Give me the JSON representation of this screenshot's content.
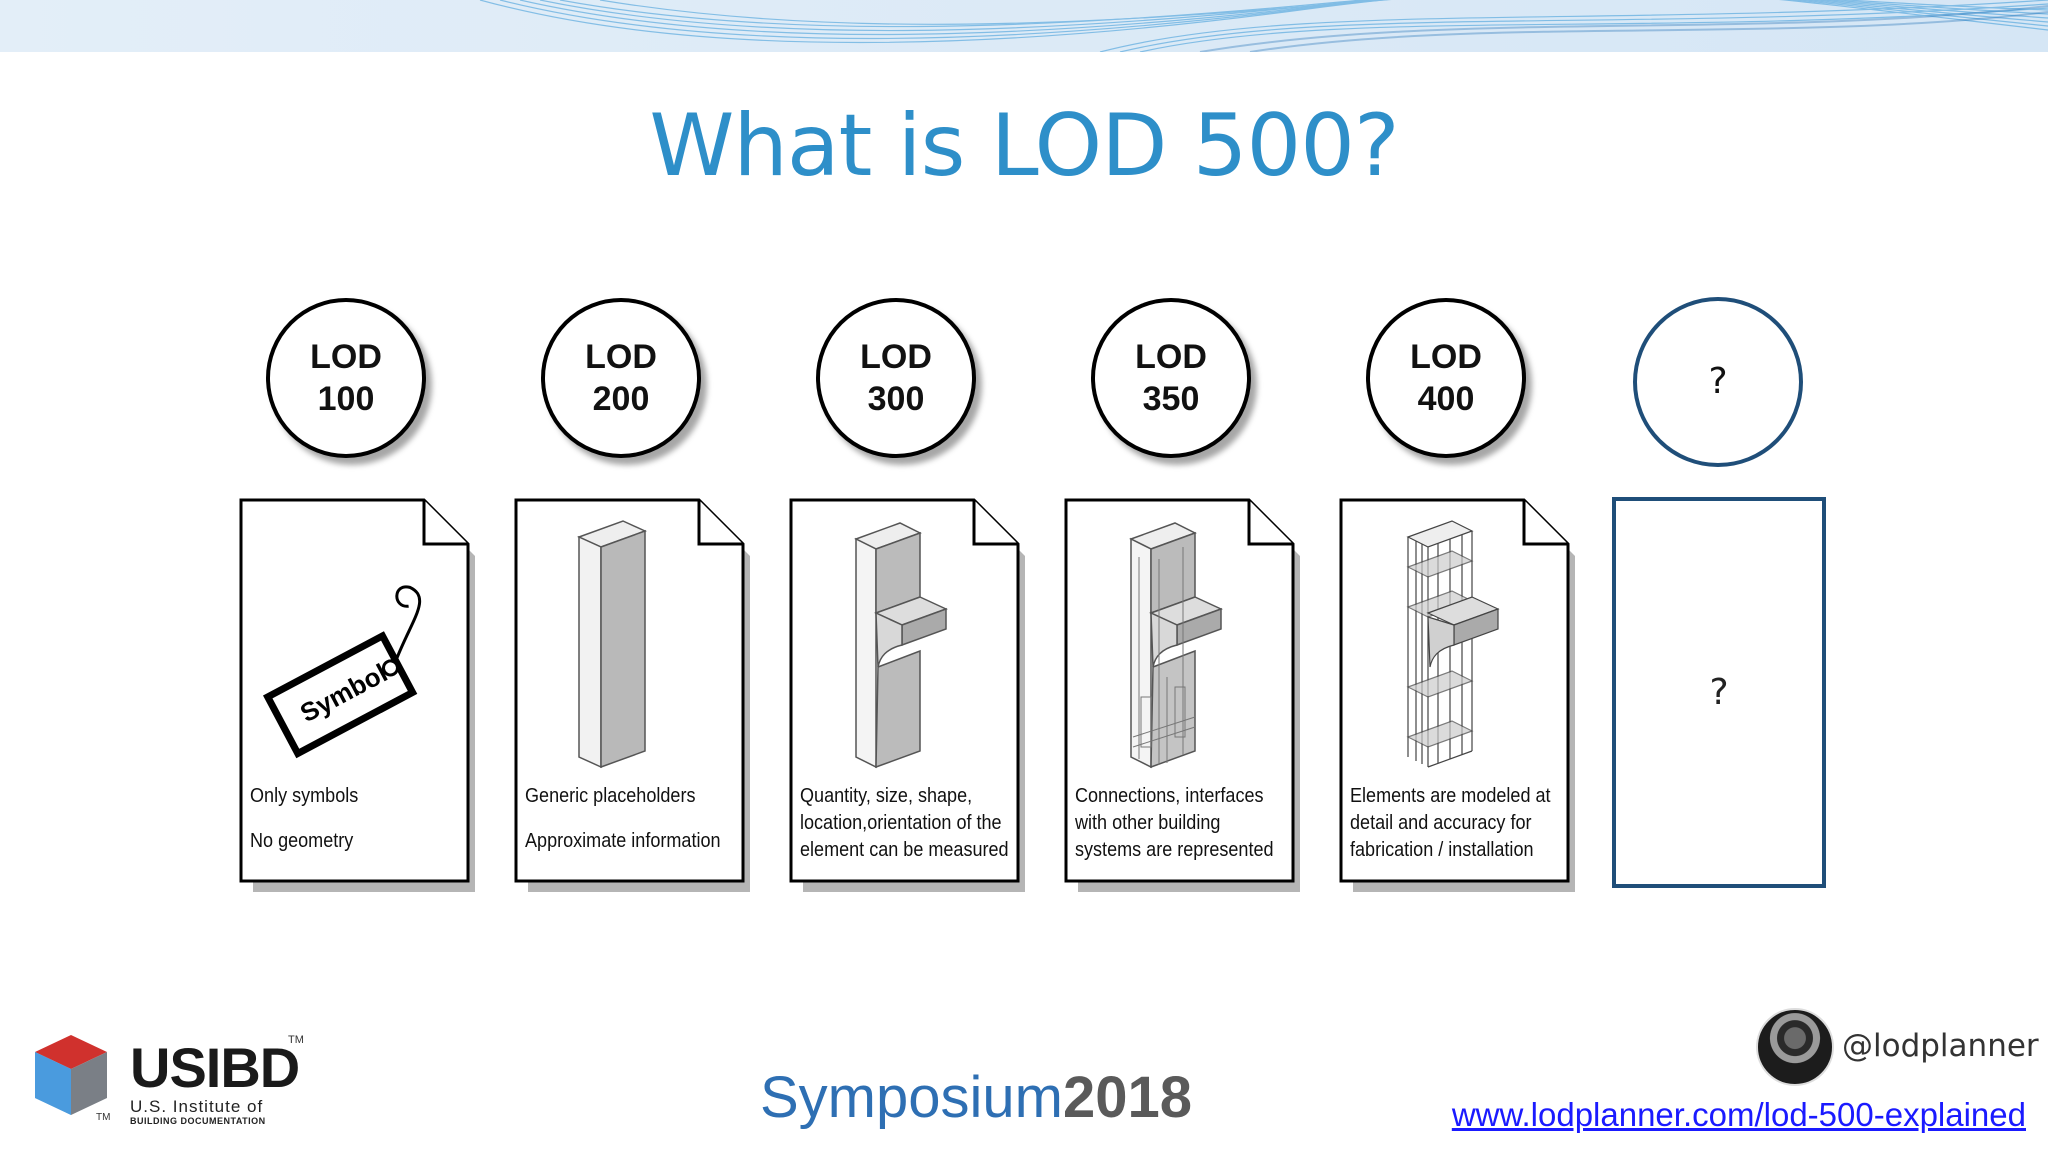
{
  "slide": {
    "title": "What is LOD 500?"
  },
  "levels": [
    {
      "lod": "LOD",
      "num": "100",
      "tag": "Symbol",
      "lines": [
        "Only symbols",
        "",
        "No geometry"
      ]
    },
    {
      "lod": "LOD",
      "num": "200",
      "lines": [
        "Generic placeholders",
        "",
        "Approximate information"
      ]
    },
    {
      "lod": "LOD",
      "num": "300",
      "lines": [
        "Quantity, size, shape,",
        "location,orientation of the",
        "element can be measured"
      ]
    },
    {
      "lod": "LOD",
      "num": "350",
      "lines": [
        "Connections, interfaces",
        "with other building",
        "systems are represented"
      ]
    },
    {
      "lod": "LOD",
      "num": "400",
      "lines": [
        "Elements are modeled at",
        "detail and accuracy for",
        "fabrication / installation"
      ]
    }
  ],
  "unknown": {
    "circle_text": "?",
    "box_text": "?"
  },
  "footer": {
    "logo_name": "USIBD",
    "logo_tm": "TM",
    "logo_sub": "U.S. Institute of",
    "logo_sub2": "BUILDING DOCUMENTATION",
    "logo_tm2": "TM",
    "event_word": "Symposium",
    "event_year": "2018",
    "handle": "@lodplanner",
    "url": "www.lodplanner.com/lod-500-explained"
  },
  "colors": {
    "title": "#2e8fc9",
    "accent_box": "#1f4e79",
    "symposium": "#2e6fb3",
    "link": "#1a1aff"
  }
}
